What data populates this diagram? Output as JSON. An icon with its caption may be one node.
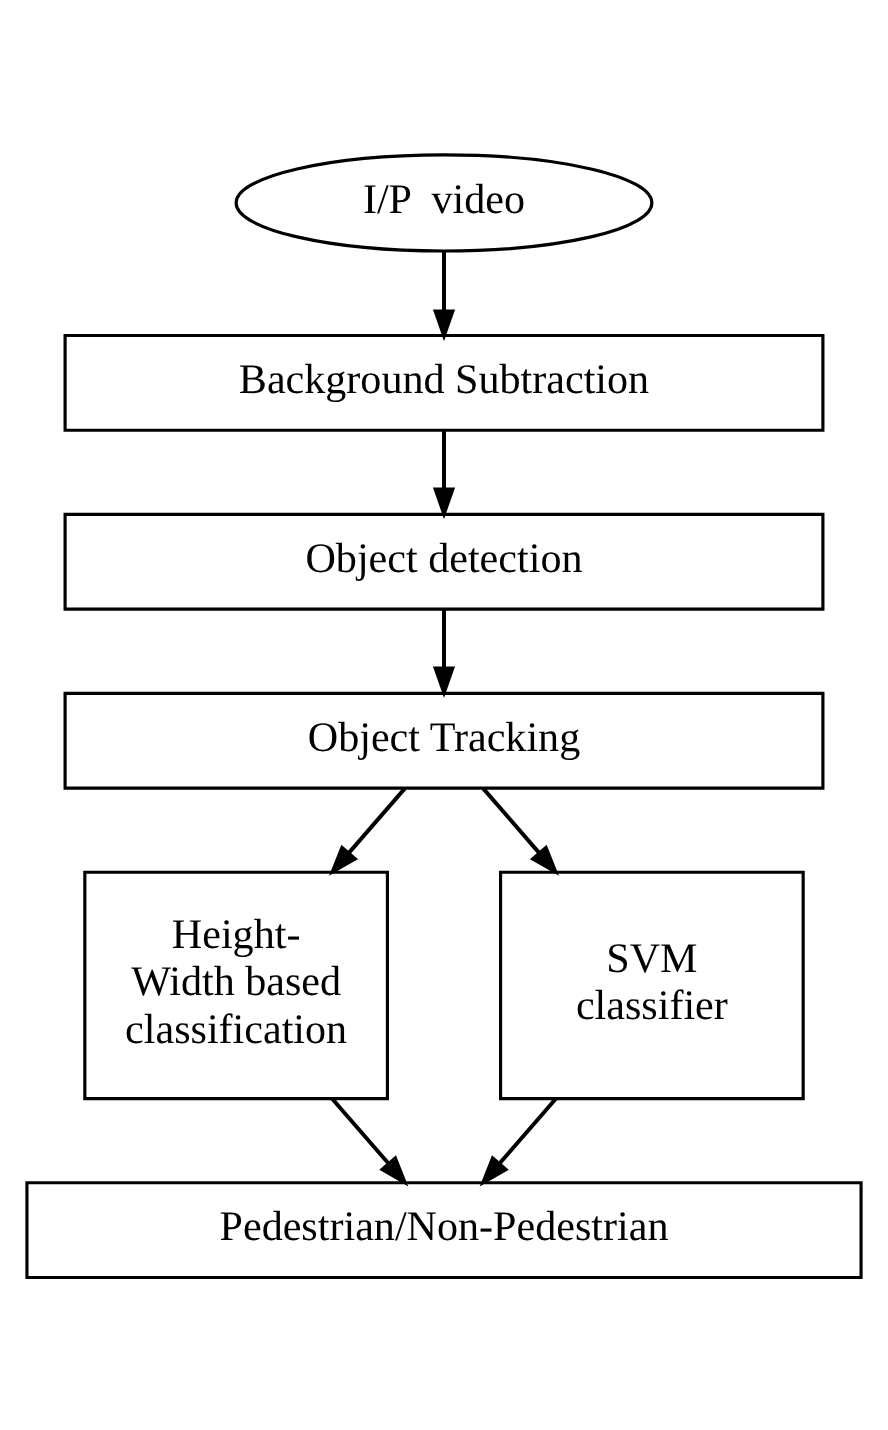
{
  "diagram": {
    "nodes": [
      {
        "text": [
          "I/P  video"
        ]
      },
      {
        "text": [
          "Background Subtraction"
        ]
      },
      {
        "text": [
          "Object detection"
        ]
      },
      {
        "text": [
          "Object Tracking"
        ]
      },
      {
        "text": [
          "Height- Width based classification"
        ]
      },
      {
        "text": [
          "SVM classifier"
        ]
      },
      {
        "text": [
          "Pedestrian/Non-Pedestrian"
        ]
      }
    ],
    "edges": [
      {
        "from": 0,
        "to": 1,
        "arrow": "to"
      },
      {
        "from": 1,
        "to": 2,
        "arrow": "to"
      },
      {
        "from": 2,
        "to": 3,
        "arrow": "to"
      },
      {
        "from": 3,
        "to": 4,
        "arrow": "to"
      },
      {
        "from": 3,
        "to": 5,
        "arrow": "to"
      },
      {
        "from": 4,
        "to": 6,
        "arrow": "to"
      },
      {
        "from": 5,
        "to": 6,
        "arrow": "to"
      }
    ]
  }
}
